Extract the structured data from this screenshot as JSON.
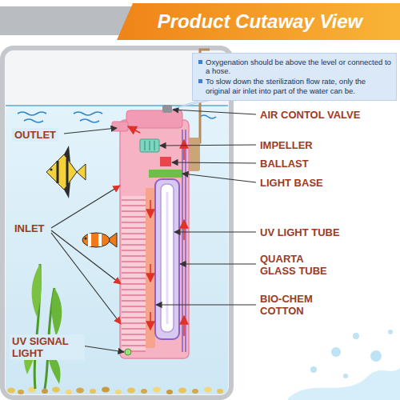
{
  "diagram": {
    "title": "Product Cutaway View",
    "nodes": [
      {
        "text": [
          "Oxygenation should be above the level or connected to a hose.",
          "To slow down the sterilization flow rate, only the original air inlet into part of the water can be."
        ]
      }
    ],
    "labels": [
      "OUTLET",
      "AIR CONTOL VALVE",
      "IMPELLER",
      "BALLAST",
      "LIGHT BASE",
      "INLET",
      "UV LIGHT TUBE",
      "QUARTA GLASS TUBE",
      "BIO-CHEM COTTON",
      "UV SIGNAL LIGHT"
    ]
  }
}
